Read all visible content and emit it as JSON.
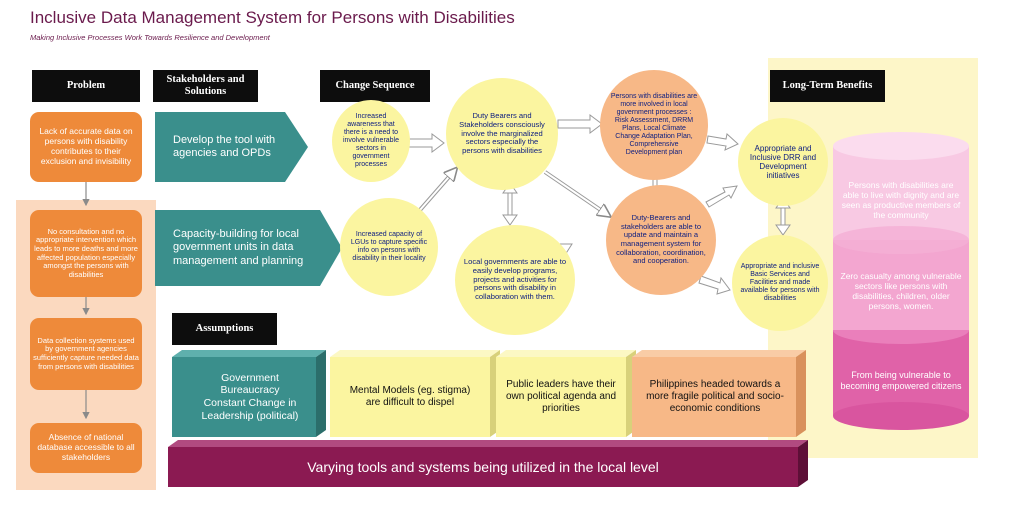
{
  "title": "Inclusive Data Management System for Persons with Disabilities",
  "subtitle": "Making Inclusive Processes  Work Towards Resilience and Development",
  "headers": {
    "problem": "Problem",
    "stakeholders": "Stakeholders and Solutions",
    "change": "Change Sequence",
    "benefits": "Long-Term Benefits",
    "assumptions": "Assumptions"
  },
  "problems": [
    "Lack of accurate data on persons with disability contributes to their exclusion and invisibility",
    "No consultation and no appropriate intervention which leads to more deaths and more affected population especially amongst the persons with disabilities",
    "Data collection systems used by government agencies sufficiently capture needed data from persons with disabilities",
    "Absence of national database accessible to all stakeholders"
  ],
  "solutions": [
    "Develop the tool with agencies and OPDs",
    "Capacity-building for local government units in data management and planning"
  ],
  "sequence": {
    "c1": "Increased awareness that there is a need to involve vulnerable sectors in government processes",
    "c2": "Increased capacity of LGUs to capture specific info on persons with disability in their locality",
    "c3": "Duty Bearers and Stakeholders consciously involve the marginalized sectors especially the persons with disabilities",
    "c4": "Local governments are able to easily develop programs, projects and activities for persons with disability in collaboration with them.",
    "c5": "Persons with disabilities are more involved in local government processes : Risk Assessment, DRRM Plans, Local Climate Change Adaptation Plan, Comprehensive Development plan",
    "c6": "Duty-Bearers and stakeholders are able to update and maintain a management system for collaboration, coordination, and cooperation.",
    "c7": "Appropriate and Inclusive DRR and Development initiatives",
    "c8": "Appropriate and inclusive Basic Services and Facilities and made available for persons with disabilities"
  },
  "benefits": [
    "Persons with disabilities are able to live with dignity and are seen as productive members of the community",
    "Zero casualty among vulnerable sectors like persons with disabilities, children, older persons, women.",
    "From being vulnerable to  becoming empowered citizens"
  ],
  "assumptions": [
    "Government Bureaucracy Constant Change in Leadership (political)",
    "Mental Models (eg. stigma) are difficult to dispel",
    "Public leaders have their own political agenda and priorities",
    "Philippines headed towards a more fragile political and socio-economic conditions"
  ],
  "bottom_bar": "Varying tools and systems being utilized in the local level",
  "colors": {
    "title": "#6a1a4c",
    "teal": "#3a8f8c",
    "orange": "#ee8a3a",
    "peach": "#fbd9bf",
    "yellow_circle": "#fbf5a0",
    "orange_circle": "#f7b887",
    "benefits_bg": "#fdf6c8",
    "pink_dark": "#e062a8",
    "pink_mid": "#f3a6d0",
    "pink_light": "#f8c9e3",
    "maroon": "#8b1a52",
    "yellow_cube": "#fbf5a0",
    "orange_cube": "#f7b887"
  }
}
